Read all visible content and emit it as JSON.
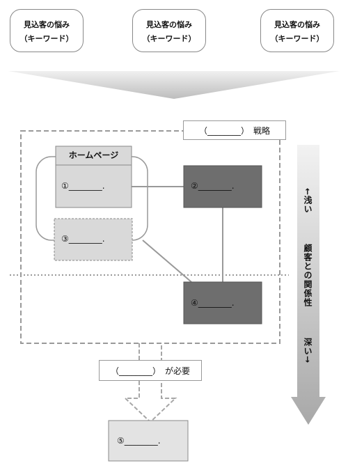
{
  "worries": [
    {
      "title": "見込客の悩み",
      "sub": "（キーワード）"
    },
    {
      "title": "見込客の悩み",
      "sub": "（キーワード）"
    },
    {
      "title": "見込客の悩み",
      "sub": "（キーワード）"
    }
  ],
  "strategy_label": "（________）　戦略",
  "homepage_title": "ホームページ",
  "boxes": {
    "b1": "①________.",
    "b2": "②________.",
    "b3": "③________.",
    "b4": "④________.",
    "b5": "⑤________."
  },
  "needed_label": "（________）　が必要",
  "relationship": {
    "shallow": "←浅い",
    "middle": "顧客との関係性",
    "deep": "深い→"
  }
}
